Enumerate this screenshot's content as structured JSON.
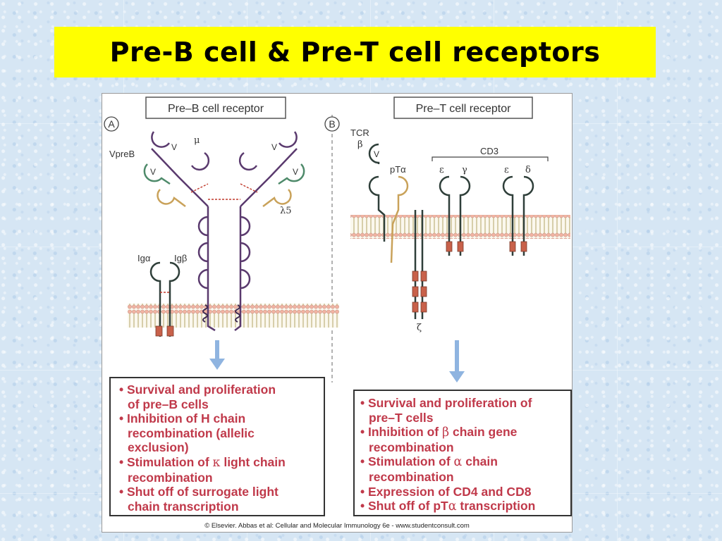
{
  "slide": {
    "title": "Pre-B cell & Pre-T cell receptors"
  },
  "figure": {
    "panel_a": {
      "letter": "A",
      "header": "Pre–B cell receptor",
      "labels": {
        "vpreb": "VpreB",
        "mu": "μ",
        "v": "V",
        "lambda5": "λ5",
        "ig_alpha": "Igα",
        "ig_beta": "Igβ"
      },
      "effects": [
        {
          "line1": "Survival and proliferation",
          "line2": "of pre–B cells"
        },
        {
          "line1": "Inhibition of H chain",
          "line2": "recombination (allelic",
          "line3": "exclusion)"
        },
        {
          "pre": "Stimulation of ",
          "sym": "κ",
          "post": " light chain",
          "line2": "recombination"
        },
        {
          "line1": "Shut off of surrogate light",
          "line2": "chain transcription"
        }
      ]
    },
    "panel_b": {
      "letter": "B",
      "header": "Pre–T cell receptor",
      "labels": {
        "tcr": "TCR",
        "beta": "β",
        "v": "V",
        "pt_alpha": "pTα",
        "cd3": "CD3",
        "epsilon": "ε",
        "gamma": "γ",
        "delta": "δ",
        "zeta": "ζ"
      },
      "effects": [
        {
          "line1": "Survival and proliferation of",
          "line2": "pre–T cells"
        },
        {
          "pre": "Inhibition of ",
          "sym": "β",
          "post": " chain gene",
          "line2": "recombination"
        },
        {
          "pre": "Stimulation of ",
          "sym": "α",
          "post": " chain",
          "line2": "recombination"
        },
        {
          "line1": "Expression of CD4 and CD8"
        },
        {
          "pre": "Shut off of pT",
          "sym": "α",
          "post": " transcription"
        }
      ]
    },
    "credit": "© Elsevier. Abbas et al: Cellular and Molecular Immunology 6e - www.studentconsult.com"
  },
  "colors": {
    "title_bg": "#ffff00",
    "slide_bg": "#d6e6f4",
    "heavy_chain": "#5a3a6e",
    "surrogate_light": "#c9a25a",
    "vpreb": "#4e8a6a",
    "ig_chain": "#2f3f3a",
    "itam": "#c8614a",
    "membrane": "#d8d0a8",
    "arrow": "#8fb4e0",
    "effect_text": "#c0394a"
  }
}
